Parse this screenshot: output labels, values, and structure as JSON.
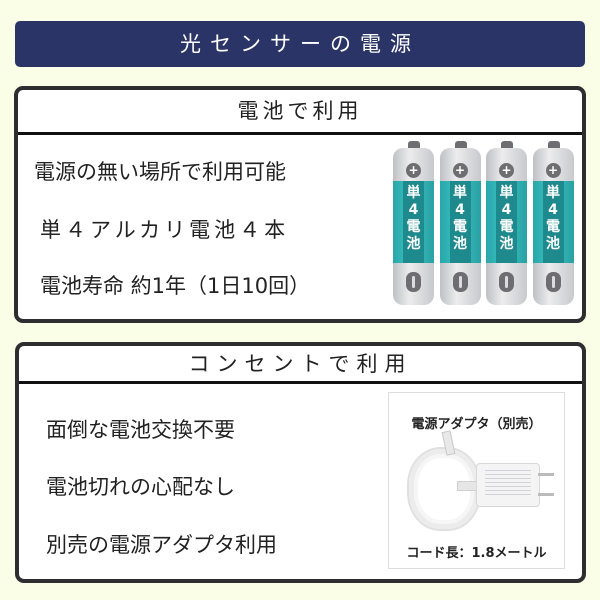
{
  "banner": {
    "title": "光センサーの電源",
    "bg_color": "#2b3467"
  },
  "battery_section": {
    "heading": "電池で利用",
    "lines": [
      "電源の無い場所で利用可能",
      "単４アルカリ電池４本",
      "電池寿命 約1年（1日10回）"
    ],
    "battery_label": "単4電池",
    "battery_count": 4,
    "battery_plus": "+"
  },
  "outlet_section": {
    "heading": "コンセントで利用",
    "lines": [
      "面倒な電池交換不要",
      "電池切れの心配なし",
      "別売の電源アダプタ利用"
    ],
    "adapter": {
      "title": "電源アダプタ（別売）",
      "caption": "コード長：1.8メートル"
    }
  }
}
